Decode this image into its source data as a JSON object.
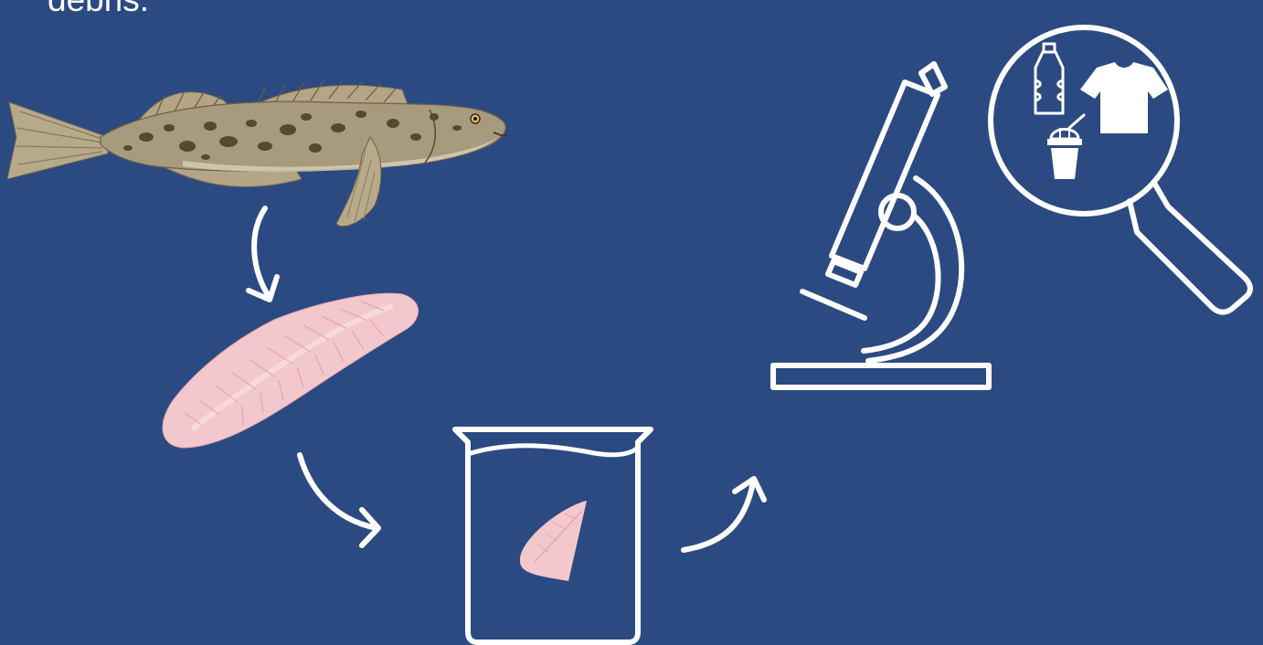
{
  "slide": {
    "caption_fragment": "debris.",
    "background_color": "#2c4a82",
    "line_color": "#ffffff",
    "fish_body_color": "#a89a7c",
    "fish_spot_color": "#4a3a26",
    "fillet_color": "#f2c8cc"
  },
  "diagram": {
    "steps": [
      {
        "name": "whole-fish",
        "icon": "fish-illustration"
      },
      {
        "name": "fish-fillet",
        "icon": "fillet-illustration"
      },
      {
        "name": "beaker-digestion",
        "icon": "beaker-icon"
      },
      {
        "name": "microscope-inspection",
        "icon": "microscope-icon"
      },
      {
        "name": "debris-identification",
        "icon": "magnifying-glass-icon",
        "contents": [
          "plastic-bottle-icon",
          "t-shirt-icon",
          "drink-cup-with-straw-icon"
        ]
      }
    ]
  }
}
